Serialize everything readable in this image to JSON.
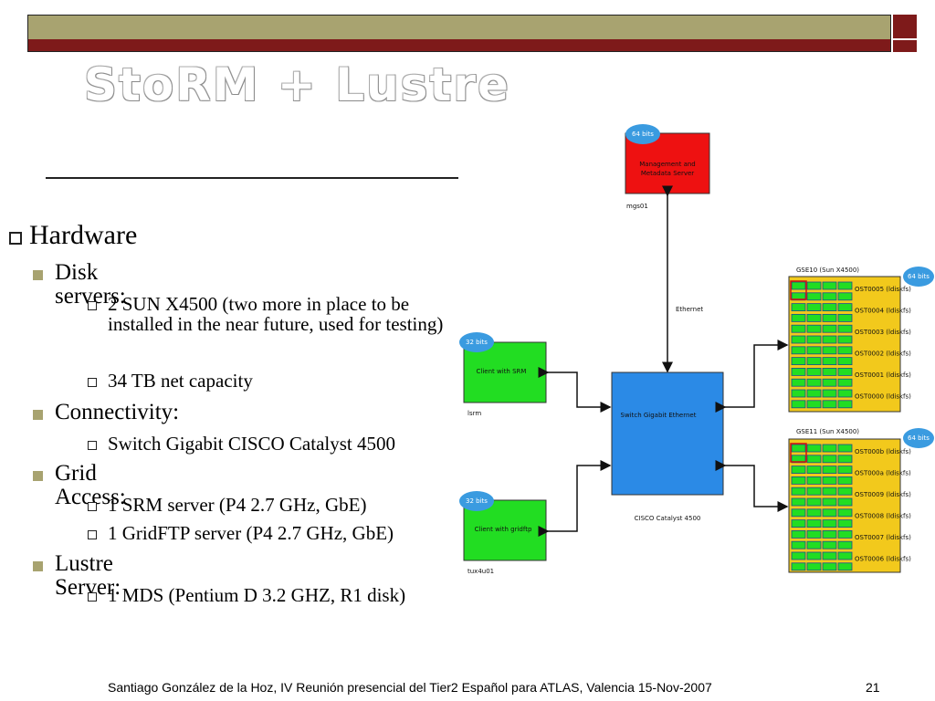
{
  "slide": {
    "title": "StoRM + Lustre",
    "footer": "Santiago González de la Hoz, IV Reunión presencial del Tier2 Español para ATLAS, Valencia  15-Nov-2007",
    "page_number": "21",
    "colors": {
      "accent": "#a8a370",
      "band": "#7e1a1a",
      "switch": "#2b8ae6",
      "client": "#22dd22",
      "mgs": "#ee1111",
      "oss": "#f2c91c",
      "badge": "#3a9be0"
    }
  },
  "bullets": {
    "hardware": "Hardware",
    "disk_servers": "Disk servers:",
    "disk_sub1": "2  SUN X4500 (two more in place to be installed in the near future, used for testing)",
    "disk_sub2": "34 TB net capacity",
    "connectivity": "Connectivity:",
    "conn_sub1": "Switch Gigabit CISCO Catalyst 4500",
    "grid_access": "Grid Access:",
    "grid_sub1": "1 SRM server (P4 2.7 GHz, GbE)",
    "grid_sub2": "1 GridFTP server (P4 2.7 GHz, GbE)",
    "lustre_server": "Lustre Server:",
    "lustre_sub1": "1 MDS (Pentium D 3.2 GHZ, R1 disk)"
  },
  "diagram": {
    "mgs": {
      "badge": "64 bits",
      "label_line1": "Management and",
      "label_line2": "Metadata Server",
      "host": "mgs01"
    },
    "ethernet_label": "Ethernet",
    "switch": {
      "label": "Switch Gigabit Ethernet",
      "caption": "CISCO Catalyst 4500"
    },
    "srm_client": {
      "badge": "32 bits",
      "label": "Client with SRM",
      "host": "lsrm"
    },
    "gridftp_client": {
      "badge": "32 bits",
      "label": "Client with gridftp",
      "host": "tux4u01"
    },
    "gse10": {
      "title": "GSE10 (Sun X4500)",
      "badge": "64 bits",
      "osts": [
        "OST0005 (ldiskfs)",
        "OST0004 (ldiskfs)",
        "OST0003 (ldiskfs)",
        "OST0002 (ldiskfs)",
        "OST0001 (ldiskfs)",
        "OST0000 (ldiskfs)"
      ]
    },
    "gse11": {
      "title": "GSE11 (Sun X4500)",
      "badge": "64 bits",
      "osts": [
        "OST000b (ldiskfs)",
        "OST000a (ldiskfs)",
        "OST0009 (ldiskfs)",
        "OST0008 (ldiskfs)",
        "OST0007 (ldiskfs)",
        "OST0006 (ldiskfs)"
      ]
    }
  }
}
